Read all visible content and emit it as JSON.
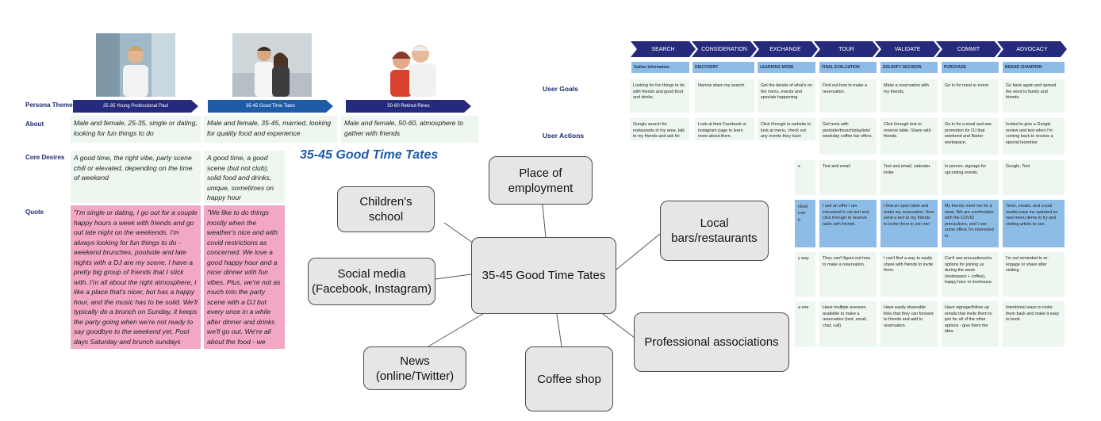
{
  "colors": {
    "navy": "#262a7c",
    "mid_blue": "#1f5ca8",
    "light_blue": "#8dbde6",
    "pale_green": "#eef6f0",
    "pink": "#f2a7c4",
    "title_blue": "#1d5aa8"
  },
  "personas": {
    "labels": {
      "theme": "Persona Theme",
      "about": "About",
      "desires": "Core Desires",
      "quote": "Quote"
    },
    "items": [
      {
        "theme": "25-35 Young Professional Paul",
        "about": "Male and female, 25-35, single or dating, looking for fun things to do",
        "desires": "A good time, the right vibe, party scene chill or elevated, depending on the time of weekend",
        "quote": "\"I'm single or dating, I go out for a couple happy hours a week with friends and go out late night on the weekends. I'm always looking for fun things to do - weekend brunches, poolside and late nights with a DJ are my scene. I have a pretty big group of friends that I stick with. I'm all about the right atmosphere, I like a place that's nicer, but has a happy hour, and the music has to be solid. We'll typically do a brunch on Sunday, it keeps the party going when we're not ready to say goodbye to the weekend yet. Pool days Saturday and brunch sundays make an ideal weekend.\""
      },
      {
        "theme": "35-45 Good Time Tates",
        "about": "Male and female, 35-45, married, looking for quality food and experience",
        "desires": "A good time, a good scene (but not club), solid food and drinks, unique, sometimes on happy hour",
        "quote": "\"We like to do things mostly when the weather's nice and with covid restrictions as concerned. We love a good happy hour and a nicer dinner with fun vibes. Plus, we're not as much into the party scene with a DJ but every once in a while after dinner and drinks we'll go out. We're all about the food - we want it made from scratch, unique food and quality cocktails/whiskeys/wines. We love a happy hour with food and drinks, and an indoor/outdoor atmosphere. For special occasions we love a good brunch or pool day, more chill.\""
      },
      {
        "theme": "50-60 Retired Rines",
        "about": "Male and female, 50-60, atmosphere to gather with friends"
      }
    ]
  },
  "journey": {
    "stages": [
      "SEARCH",
      "CONSIDERATION",
      "EXCHANGE",
      "TOUR",
      "VALIDATE",
      "COMMIT",
      "ADVOCACY"
    ],
    "substages": [
      "Gather Information",
      "DISCOVERY",
      "LEARNING MORE",
      "FINAL EVALUATION",
      "SOLIDIFY DECISION",
      "PURCHASE",
      "BRAND CHAMPION"
    ],
    "row_labels": {
      "goals": "User Goals",
      "actions": "User Actions"
    },
    "goals": [
      "Looking for fun things to do with friends and good food and drinks.",
      "Narrow down my search.",
      "Get the details of what's on the menu, events and specials happening.",
      "Find out how to make a reservation.",
      "Make a reservation with my friends.",
      "Go in for meal or event.",
      "Go back again and spread the word to family and friends."
    ],
    "actions": [
      "Google search for restaurants in my area, talk to my friends and ask for",
      "Look at their Facebook or instagram page to learn more about them.",
      "Click through to website to look at menu, check out any events they have",
      "Get texts with poolside/brunch/playlists/ weekday coffee bar offers.",
      "Click through text to reserve table. Share with friends.",
      "Go in for a meal and see promotion for DJ that weekend and Barter workspace.",
      "Invited to give a Google review and text when I'm coming back to receive a special incentive."
    ],
    "touchpoints": [
      "Text and email",
      "Text and email, calendar invite",
      "In person; signage for upcoming events.",
      "Google, Text"
    ],
    "emotions": [
      "I see an offer I am interested in via text and click through to reserve table with friends.",
      "I find an open table and make my reservation, then send a text to my friends to invite them to join me!",
      "My friends meet me for a meal. We are comfortable with the COVID precautions, and I see some offers I'm interested in.",
      "Texts, emails, and social media keep me updated on new menu items to try and visiting artists to see."
    ],
    "pain_points": [
      "They can't figure out how to make a reservation.",
      "I can't find a way to easily share with friends to invite them.",
      "Can't see precautions/no options for joining us during the week (workspace + coffee), happy hour or treehouse.",
      "I'm not reminded to re-engage or share after visiting."
    ],
    "opportunities": [
      "Have multiple avenues available to make a reservation (text, email, chat, call).",
      "Have easily shareable links that they can forward to friends and add to reservation.",
      "Have signage/follow up emails that invite them to join for all of the other options - give them the idea.",
      "Intentional ways to invite them back and make it easy to book."
    ],
    "fragments": {
      "f1": "s",
      "f2": "ribed",
      "f3": "rom",
      "f4": "k.",
      "f5": "y way",
      "f6": "a one"
    }
  },
  "mindmap": {
    "title": "35-45 Good Time Tates",
    "center": "35-45 Good Time Tates",
    "nodes": {
      "employment": "Place of employment",
      "school": "Children's school",
      "bars": "Local bars/restaurants",
      "social": "Social media (Facebook, Instagram)",
      "professional": "Professional associations",
      "news": "News (online/Twitter)",
      "coffee": "Coffee shop"
    }
  }
}
